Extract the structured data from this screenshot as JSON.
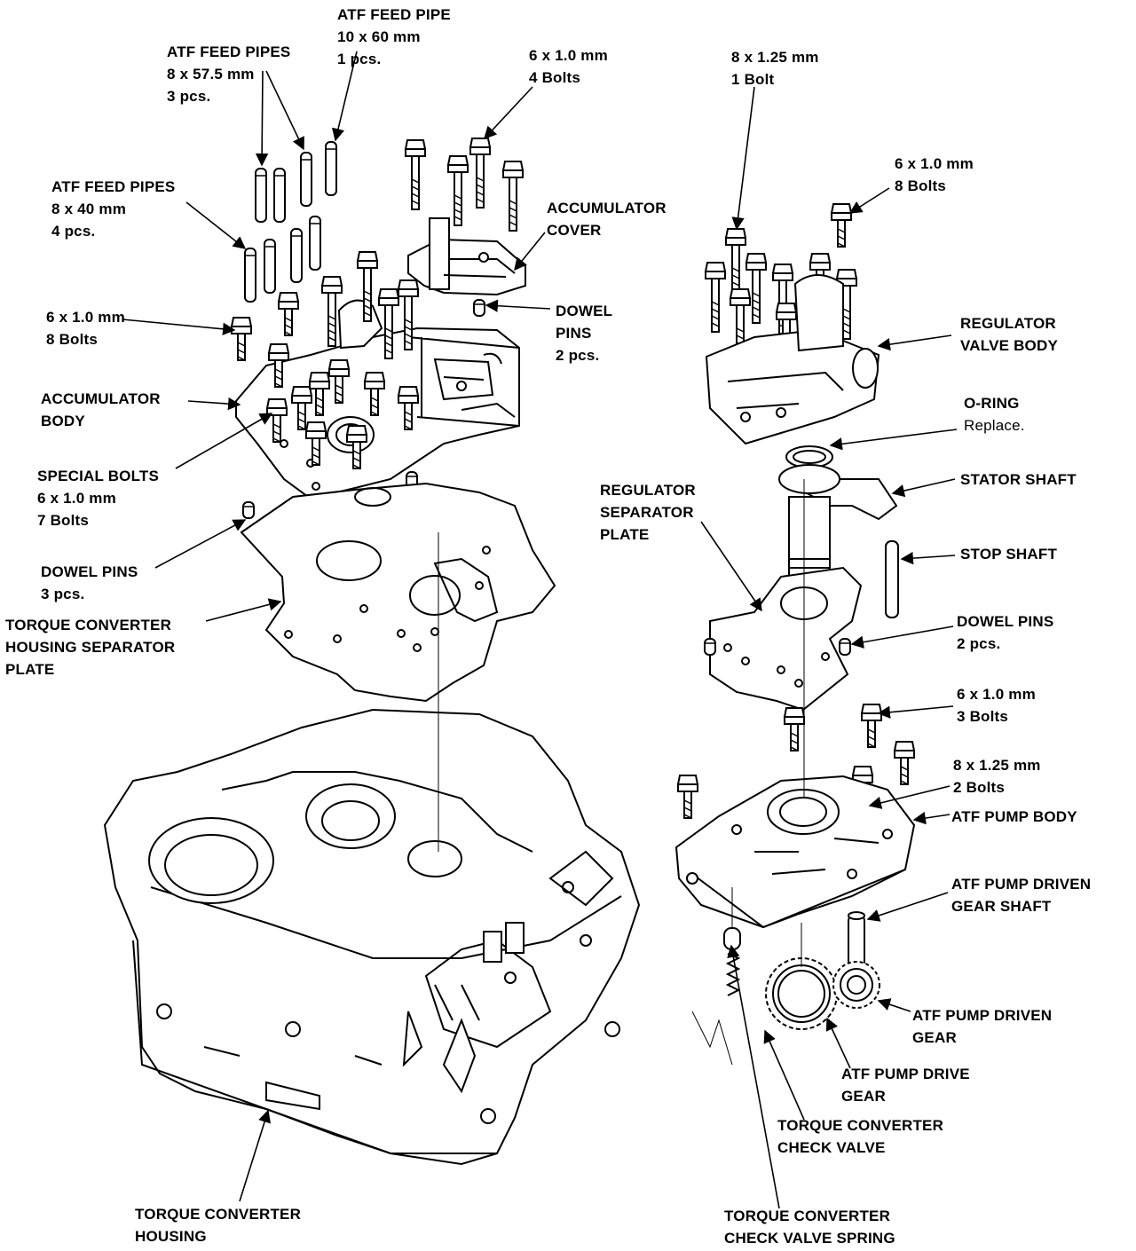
{
  "labels": {
    "atf_feed_pipe": [
      "ATF FEED PIPE",
      "10 x 60 mm",
      "1 pcs."
    ],
    "atf_feed_pipes_575": [
      "ATF FEED PIPES",
      "8 x 57.5 mm",
      "3 pcs."
    ],
    "accum_cover_bolts": [
      "6 x 1.0 mm",
      "4 Bolts"
    ],
    "reg_bolt_825": [
      "8 x 1.25 mm",
      "1 Bolt"
    ],
    "reg_bolts_6x1": [
      "6 x 1.0 mm",
      "8 Bolts"
    ],
    "atf_feed_pipes_40": [
      "ATF FEED PIPES",
      "8 x 40 mm",
      "4 pcs."
    ],
    "accumulator_cover": [
      "ACCUMULATOR",
      "COVER"
    ],
    "accum_body_bolts": [
      "6 x 1.0 mm",
      "8 Bolts"
    ],
    "dowel_pins_2_left": [
      "DOWEL",
      "PINS",
      "2 pcs."
    ],
    "regulator_valve_body": [
      "REGULATOR",
      "VALVE BODY"
    ],
    "accumulator_body": [
      "ACCUMULATOR",
      "BODY"
    ],
    "o_ring": [
      "O-RING",
      "Replace."
    ],
    "special_bolts": [
      "SPECIAL BOLTS",
      "6 x 1.0 mm",
      "7 Bolts"
    ],
    "regulator_separator_plate": [
      "REGULATOR",
      "SEPARATOR",
      "PLATE"
    ],
    "stator_shaft": [
      "STATOR SHAFT"
    ],
    "stop_shaft": [
      "STOP SHAFT"
    ],
    "dowel_pins_3": [
      "DOWEL PINS",
      "3 pcs."
    ],
    "tc_housing_separator_plate": [
      "TORQUE CONVERTER",
      "HOUSING SEPARATOR",
      "PLATE"
    ],
    "dowel_pins_2_right": [
      "DOWEL PINS",
      "2 pcs."
    ],
    "pump_bolts_6x1": [
      "6 x 1.0 mm",
      "3 Bolts"
    ],
    "pump_bolts_825": [
      "8 x 1.25 mm",
      "2 Bolts"
    ],
    "atf_pump_body": [
      "ATF PUMP BODY"
    ],
    "atf_pump_driven_gear_shaft": [
      "ATF PUMP DRIVEN",
      "GEAR SHAFT"
    ],
    "atf_pump_driven_gear": [
      "ATF PUMP DRIVEN",
      "GEAR"
    ],
    "atf_pump_drive_gear": [
      "ATF PUMP DRIVE",
      "GEAR"
    ],
    "tc_check_valve": [
      "TORQUE CONVERTER",
      "CHECK VALVE"
    ],
    "torque_converter_housing": [
      "TORQUE CONVERTER",
      "HOUSING"
    ],
    "tc_check_valve_spring": [
      "TORQUE CONVERTER",
      "CHECK VALVE SPRING"
    ]
  }
}
